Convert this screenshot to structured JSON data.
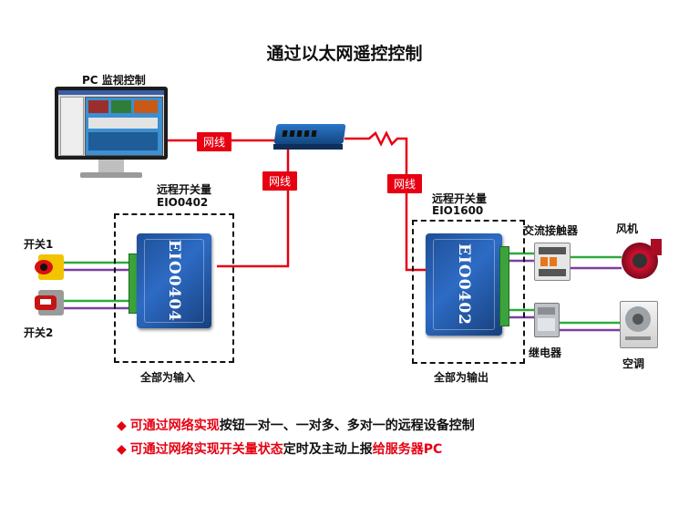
{
  "title": "通过以太网遥控控制",
  "pc_label": "PC 监视控制",
  "cable_labels": [
    "网线",
    "网线",
    "网线"
  ],
  "left_device": {
    "label_line1": "远程开关量",
    "label_line2": "EIO0402",
    "device_name": "EIO0404",
    "footer": "全部为输入"
  },
  "right_device": {
    "label_line1": "远程开关量",
    "label_line2": "EIO1600",
    "device_name": "EIO0402",
    "footer": "全部为输出"
  },
  "switch1_label": "开关1",
  "switch2_label": "开关2",
  "contactor_label": "交流接触器",
  "relay_label": "继电器",
  "fan_label": "风机",
  "ac_label": "空调",
  "bullets": [
    {
      "diamond": "◆",
      "red": "可通过网络实现",
      "black": "按钮一对一、一对多、多对一的远程设备控制",
      "red2": ""
    },
    {
      "diamond": "◆",
      "red": "可通过网络实现开关量状态",
      "black": "定时及主动上报",
      "red2": "给服务器PC"
    }
  ],
  "colors": {
    "accent_red": "#e60012",
    "wire_green": "#2eaa3c",
    "wire_purple": "#7b3fa0",
    "device_blue": "#2d6bc4"
  }
}
